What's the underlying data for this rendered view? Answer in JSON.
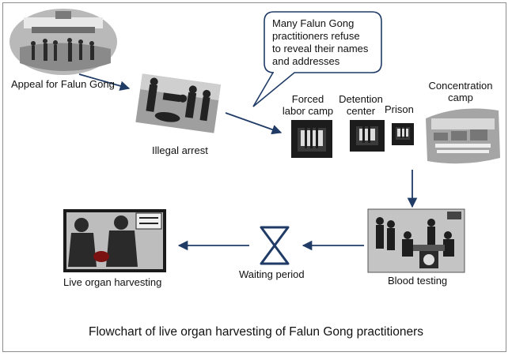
{
  "nodes": {
    "appeal": "Appeal for Falun Gong",
    "arrest": "Illegal arrest",
    "labor_camp": [
      "Forced",
      "labor camp"
    ],
    "detention": [
      "Detention",
      "center"
    ],
    "prison": "Prison",
    "concentration": [
      "Concentration",
      "camp"
    ],
    "blood": "Blood testing",
    "waiting": "Waiting period",
    "harvest": "Live organ harvesting"
  },
  "callout": [
    "Many Falun Gong",
    "practitioners refuse",
    "to reveal their names",
    "and addresses"
  ],
  "caption": "Flowchart of live organ harvesting of Falun Gong practitioners",
  "colors": {
    "arrow": "#1f3b66",
    "callout_border": "#1f3b66",
    "frame": "#8d8d8d"
  }
}
